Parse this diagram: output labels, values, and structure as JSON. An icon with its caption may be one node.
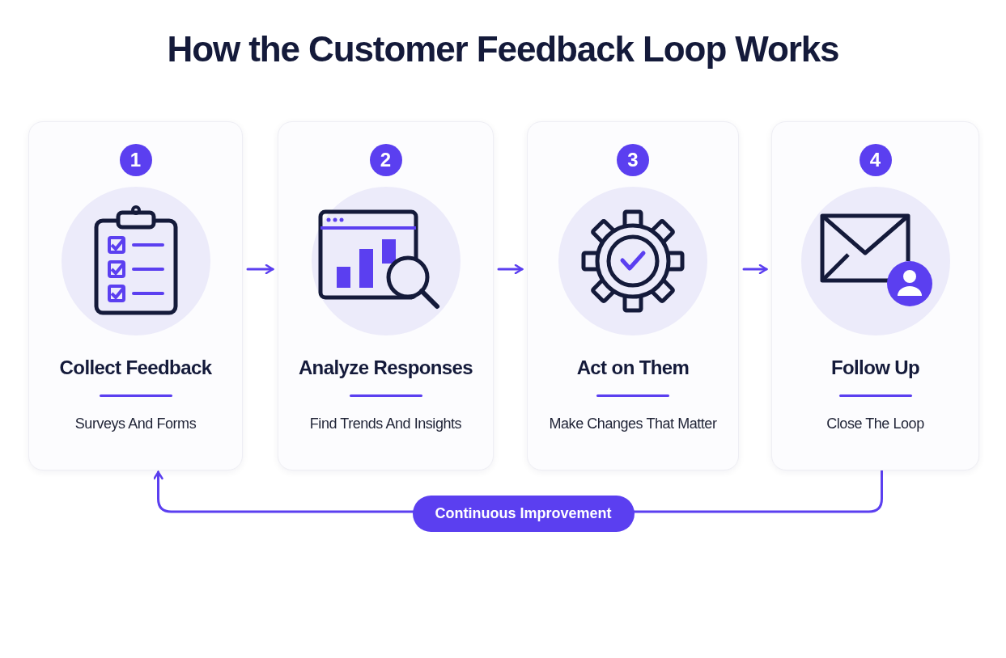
{
  "diagram": {
    "title": "How the **Customer Feedback Loop** Works",
    "nodes": [
      {
        "text": [
          "Collect Feedback",
          "Surveys And Forms"
        ]
      },
      {
        "text": [
          "1"
        ],
        "in": 0
      },
      {
        "text": [
          "Analyze Responses",
          "Find Trends And Insights"
        ]
      },
      {
        "text": [
          "2"
        ],
        "in": 2
      },
      {
        "text": [
          "Act on Them",
          "Make Changes That Matter"
        ]
      },
      {
        "text": [
          "3"
        ],
        "in": 4
      },
      {
        "text": [
          "Follow Up",
          "Close The Loop"
        ]
      },
      {
        "text": [
          "4"
        ],
        "in": 6
      }
    ],
    "edges": [
      {
        "from": 0,
        "to": 2,
        "arrow": "to"
      },
      {
        "from": 2,
        "to": 4,
        "arrow": "to"
      },
      {
        "from": 4,
        "to": 6,
        "arrow": "to"
      },
      {
        "from": 6,
        "to": 0,
        "arrow": "to",
        "label": "Continuous Improvement"
      }
    ]
  }
}
